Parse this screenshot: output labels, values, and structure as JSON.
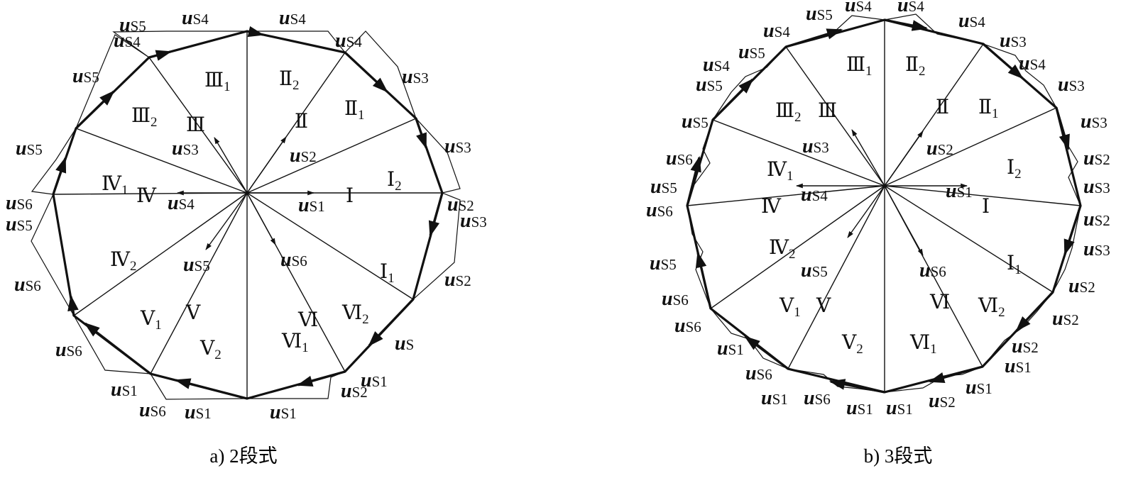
{
  "diagrams": [
    {
      "caption": "a) 2段式",
      "sector_labels": [
        "Ⅰ",
        "Ⅱ",
        "Ⅲ",
        "Ⅳ",
        "Ⅴ",
        "Ⅵ"
      ],
      "subsector_labels": [
        {
          "base": "Ⅰ",
          "sub": "1"
        },
        {
          "base": "Ⅰ",
          "sub": "2"
        },
        {
          "base": "Ⅱ",
          "sub": "1"
        },
        {
          "base": "Ⅱ",
          "sub": "2"
        },
        {
          "base": "Ⅲ",
          "sub": "1"
        },
        {
          "base": "Ⅲ",
          "sub": "2"
        },
        {
          "base": "Ⅳ",
          "sub": "1"
        },
        {
          "base": "Ⅳ",
          "sub": "2"
        },
        {
          "base": "Ⅴ",
          "sub": "1"
        },
        {
          "base": "Ⅴ",
          "sub": "2"
        },
        {
          "base": "Ⅵ",
          "sub": "1"
        },
        {
          "base": "Ⅵ",
          "sub": "2"
        }
      ],
      "inner_vector_labels": [
        {
          "base": "u",
          "sub": "S1"
        },
        {
          "base": "u",
          "sub": "S2"
        },
        {
          "base": "u",
          "sub": "S3"
        },
        {
          "base": "u",
          "sub": "S4"
        },
        {
          "base": "u",
          "sub": "S5"
        },
        {
          "base": "u",
          "sub": "S6"
        }
      ],
      "outer_vector_labels": [
        {
          "base": "u",
          "sub": "S4"
        },
        {
          "base": "u",
          "sub": "S4"
        },
        {
          "base": "u",
          "sub": "S5"
        },
        {
          "base": "u",
          "sub": "S4"
        },
        {
          "base": "u",
          "sub": "S4"
        },
        {
          "base": "u",
          "sub": "S3"
        },
        {
          "base": "u",
          "sub": "S5"
        },
        {
          "base": "u",
          "sub": "S3"
        },
        {
          "base": "u",
          "sub": "S5"
        },
        {
          "base": "u",
          "sub": "S2"
        },
        {
          "base": "u",
          "sub": "S6"
        },
        {
          "base": "u",
          "sub": "S3"
        },
        {
          "base": "u",
          "sub": "S5"
        },
        {
          "base": "u",
          "sub": "S2"
        },
        {
          "base": "u",
          "sub": "S6"
        },
        {
          "base": "u",
          "sub": "S"
        },
        {
          "base": "u",
          "sub": "S6"
        },
        {
          "base": "u",
          "sub": "S1"
        },
        {
          "base": "u",
          "sub": "S1"
        },
        {
          "base": "u",
          "sub": "S2"
        },
        {
          "base": "u",
          "sub": "S6"
        },
        {
          "base": "u",
          "sub": "S1"
        },
        {
          "base": "u",
          "sub": "S1"
        }
      ]
    },
    {
      "caption": "b) 3段式",
      "sector_labels": [
        "Ⅰ",
        "Ⅱ",
        "Ⅲ",
        "Ⅳ",
        "Ⅴ",
        "Ⅵ"
      ],
      "subsector_labels": [
        {
          "base": "Ⅰ",
          "sub": "1"
        },
        {
          "base": "Ⅰ",
          "sub": "2"
        },
        {
          "base": "Ⅱ",
          "sub": "1"
        },
        {
          "base": "Ⅱ",
          "sub": "2"
        },
        {
          "base": "Ⅲ",
          "sub": "1"
        },
        {
          "base": "Ⅲ",
          "sub": "2"
        },
        {
          "base": "Ⅳ",
          "sub": "1"
        },
        {
          "base": "Ⅳ",
          "sub": "2"
        },
        {
          "base": "Ⅴ",
          "sub": "1"
        },
        {
          "base": "Ⅴ",
          "sub": "2"
        },
        {
          "base": "Ⅵ",
          "sub": "1"
        },
        {
          "base": "Ⅵ",
          "sub": "2"
        }
      ],
      "inner_vector_labels": [
        {
          "base": "u",
          "sub": "S1"
        },
        {
          "base": "u",
          "sub": "S2"
        },
        {
          "base": "u",
          "sub": "S3"
        },
        {
          "base": "u",
          "sub": "S4"
        },
        {
          "base": "u",
          "sub": "S5"
        },
        {
          "base": "u",
          "sub": "S6"
        }
      ],
      "outer_vector_labels": [
        {
          "base": "u",
          "sub": "S5"
        },
        {
          "base": "u",
          "sub": "S4"
        },
        {
          "base": "u",
          "sub": "S4"
        },
        {
          "base": "u",
          "sub": "S4"
        },
        {
          "base": "u",
          "sub": "S4"
        },
        {
          "base": "u",
          "sub": "S3"
        },
        {
          "base": "u",
          "sub": "S5"
        },
        {
          "base": "u",
          "sub": "S4"
        },
        {
          "base": "u",
          "sub": "S4"
        },
        {
          "base": "u",
          "sub": "S5"
        },
        {
          "base": "u",
          "sub": "S3"
        },
        {
          "base": "u",
          "sub": "S5"
        },
        {
          "base": "u",
          "sub": "S3"
        },
        {
          "base": "u",
          "sub": "S6"
        },
        {
          "base": "u",
          "sub": "S2"
        },
        {
          "base": "u",
          "sub": "S5"
        },
        {
          "base": "u",
          "sub": "S3"
        },
        {
          "base": "u",
          "sub": "S6"
        },
        {
          "base": "u",
          "sub": "S2"
        },
        {
          "base": "u",
          "sub": "S5"
        },
        {
          "base": "u",
          "sub": "S3"
        },
        {
          "base": "u",
          "sub": "S6"
        },
        {
          "base": "u",
          "sub": "S2"
        },
        {
          "base": "u",
          "sub": "S6"
        },
        {
          "base": "u",
          "sub": "S2"
        },
        {
          "base": "u",
          "sub": "S1"
        },
        {
          "base": "u",
          "sub": "S2"
        },
        {
          "base": "u",
          "sub": "S1"
        },
        {
          "base": "u",
          "sub": "S6"
        },
        {
          "base": "u",
          "sub": "S1"
        },
        {
          "base": "u",
          "sub": "S1"
        },
        {
          "base": "u",
          "sub": "S6"
        },
        {
          "base": "u",
          "sub": "S1"
        },
        {
          "base": "u",
          "sub": "S1"
        },
        {
          "base": "u",
          "sub": "S2"
        }
      ]
    }
  ]
}
